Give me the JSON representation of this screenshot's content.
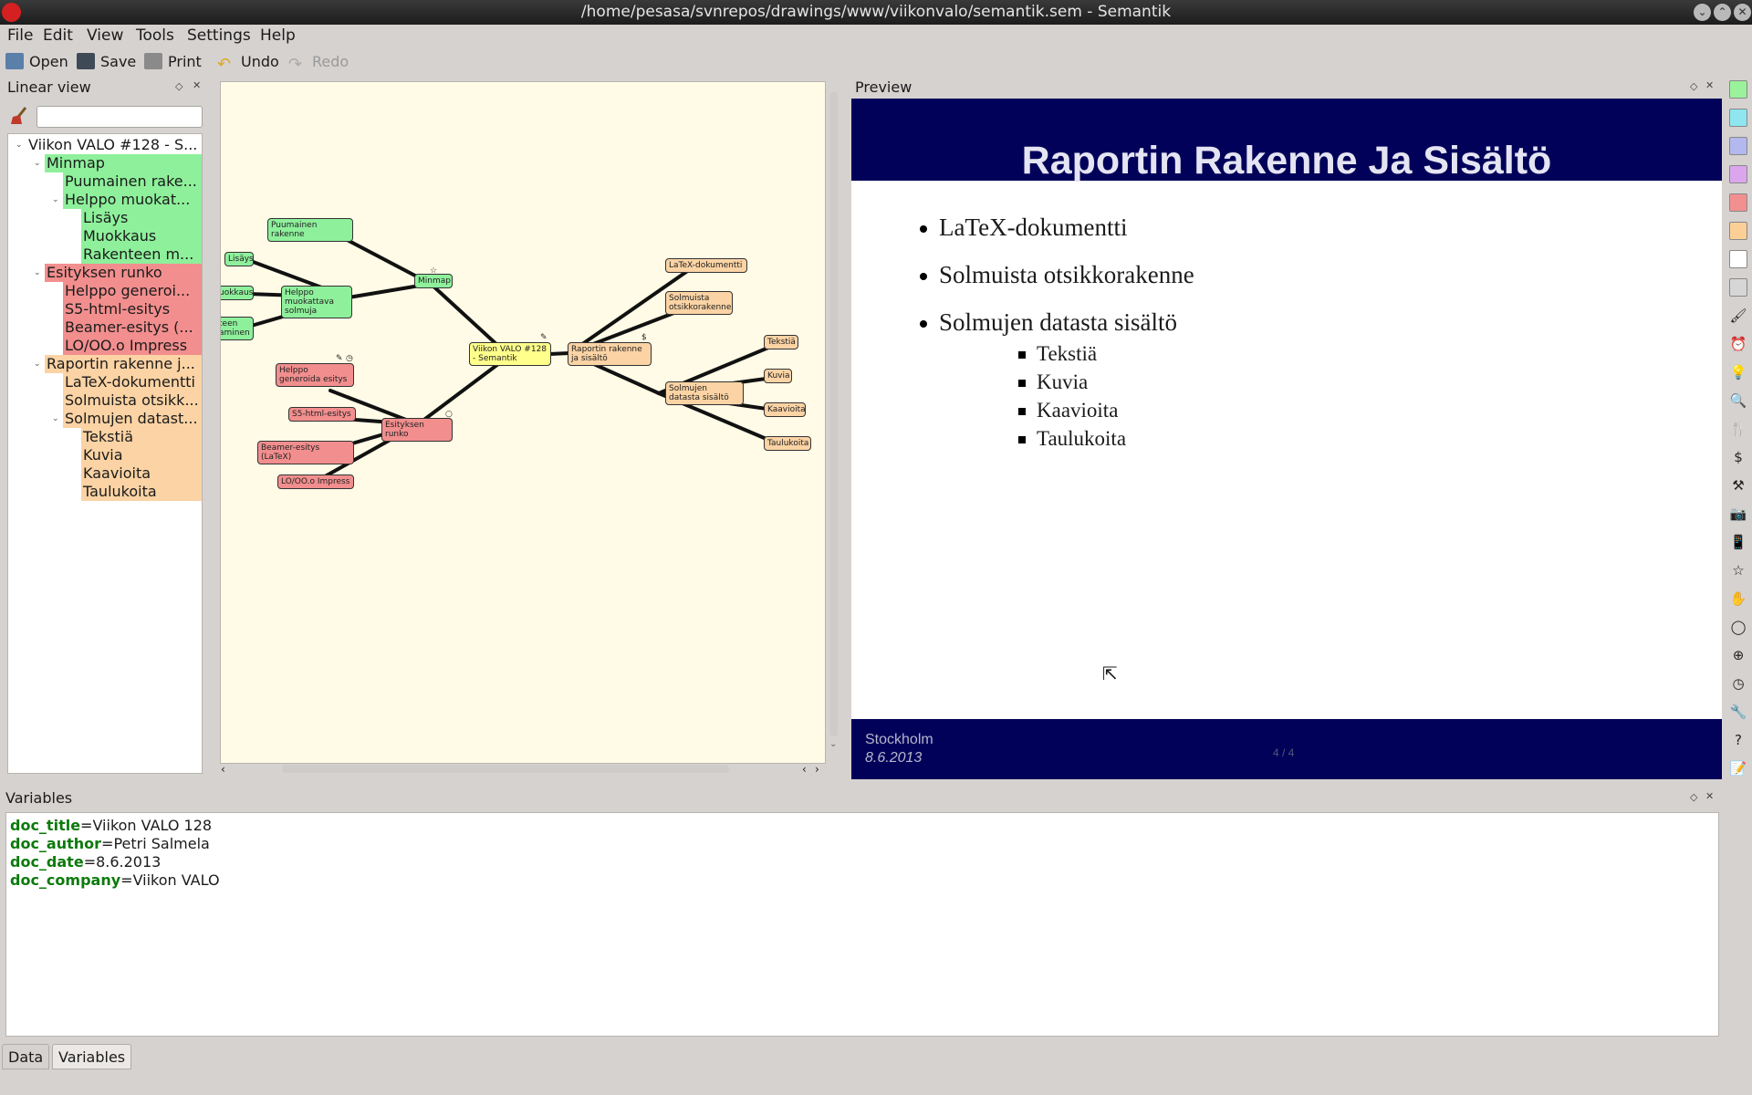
{
  "window": {
    "title": "/home/pesasa/svnrepos/drawings/www/viikonvalo/semantik.sem  - Semantik"
  },
  "menu": [
    "File",
    "Edit",
    "View",
    "Tools",
    "Settings",
    "Help"
  ],
  "toolbar": {
    "open": "Open",
    "save": "Save",
    "print": "Print",
    "undo": "Undo",
    "redo": "Redo"
  },
  "linear_view": {
    "title": "Linear view",
    "filter_value": "",
    "items": [
      {
        "label": "Viikon VALO #128 - S...",
        "level": 0,
        "color": "#ffffff",
        "expander": "down"
      },
      {
        "label": "Minmap",
        "level": 1,
        "color": "#8ef09b",
        "expander": "down"
      },
      {
        "label": "Puumainen rake...",
        "level": 2,
        "color": "#8ef09b",
        "expander": ""
      },
      {
        "label": "Helppo muokat...",
        "level": 2,
        "color": "#8ef09b",
        "expander": "down"
      },
      {
        "label": "Lisäys",
        "level": 3,
        "color": "#8ef09b",
        "expander": ""
      },
      {
        "label": "Muokkaus",
        "level": 3,
        "color": "#8ef09b",
        "expander": ""
      },
      {
        "label": "Rakenteen m...",
        "level": 3,
        "color": "#8ef09b",
        "expander": ""
      },
      {
        "label": "Esityksen runko",
        "level": 1,
        "color": "#f28e8e",
        "expander": "down"
      },
      {
        "label": "Helppo generoi...",
        "level": 2,
        "color": "#f28e8e",
        "expander": ""
      },
      {
        "label": "S5-html-esitys",
        "level": 2,
        "color": "#f28e8e",
        "expander": ""
      },
      {
        "label": "Beamer-esitys (...",
        "level": 2,
        "color": "#f28e8e",
        "expander": ""
      },
      {
        "label": "LO/OO.o Impress",
        "level": 2,
        "color": "#f28e8e",
        "expander": ""
      },
      {
        "label": "Raportin rakenne j...",
        "level": 1,
        "color": "#fbd3a4",
        "expander": "down"
      },
      {
        "label": "LaTeX-dokumentti",
        "level": 2,
        "color": "#fbd3a4",
        "expander": ""
      },
      {
        "label": "Solmuista otsikk...",
        "level": 2,
        "color": "#fbd3a4",
        "expander": ""
      },
      {
        "label": "Solmujen datast...",
        "level": 2,
        "color": "#fbd3a4",
        "expander": "down"
      },
      {
        "label": "Tekstiä",
        "level": 3,
        "color": "#fbd3a4",
        "expander": ""
      },
      {
        "label": "Kuvia",
        "level": 3,
        "color": "#fbd3a4",
        "expander": ""
      },
      {
        "label": "Kaavioita",
        "level": 3,
        "color": "#fbd3a4",
        "expander": ""
      },
      {
        "label": "Taulukoita",
        "level": 3,
        "color": "#fbd3a4",
        "expander": ""
      }
    ]
  },
  "mindmap": {
    "colors": {
      "green": "#8ef09b",
      "red": "#f28e8e",
      "orange": "#fbd3a4",
      "yellow": "#ffff8c"
    },
    "nodes": [
      {
        "id": "root",
        "label": "Viikon VALO #128 - Semantik",
        "color": "yellow"
      },
      {
        "id": "minmap",
        "label": "Minmap",
        "color": "green"
      },
      {
        "id": "puumainen",
        "label": "Puumainen rakenne",
        "color": "green"
      },
      {
        "id": "helppo_muokattava",
        "label": "Helppo muokattava solmuja",
        "color": "green"
      },
      {
        "id": "lisays",
        "label": "Lisäys",
        "color": "green"
      },
      {
        "id": "muokkaus",
        "label": "uokkaus",
        "color": "green"
      },
      {
        "id": "rakenteen",
        "label": "teen aminen",
        "color": "green"
      },
      {
        "id": "esityksen",
        "label": "Esityksen runko",
        "color": "red"
      },
      {
        "id": "helppo_gen",
        "label": "Helppo generoida esitys",
        "color": "red"
      },
      {
        "id": "s5",
        "label": "S5-html-esitys",
        "color": "red"
      },
      {
        "id": "beamer",
        "label": "Beamer-esitys (LaTeX)",
        "color": "red"
      },
      {
        "id": "lo",
        "label": "LO/OO.o Impress",
        "color": "red"
      },
      {
        "id": "raportin",
        "label": "Raportin rakenne ja sisältö",
        "color": "orange"
      },
      {
        "id": "latex",
        "label": "LaTeX-dokumentti",
        "color": "orange"
      },
      {
        "id": "solmuista",
        "label": "Solmuista otsikkorakenne",
        "color": "orange"
      },
      {
        "id": "solmujen",
        "label": "Solmujen datasta sisältö",
        "color": "orange"
      },
      {
        "id": "tekstia",
        "label": "Tekstiä",
        "color": "orange"
      },
      {
        "id": "kuvia",
        "label": "Kuvia",
        "color": "orange"
      },
      {
        "id": "kaavioita",
        "label": "Kaavioita",
        "color": "orange"
      },
      {
        "id": "taulukoita",
        "label": "Taulukoita",
        "color": "orange"
      }
    ]
  },
  "preview": {
    "title": "Preview",
    "slide_title": "Raportin Rakenne Ja Sisältö",
    "bullets": [
      "LaTeX-dokumentti",
      "Solmuista otsikkorakenne",
      "Solmujen datasta sisältö"
    ],
    "subbullets": [
      "Tekstiä",
      "Kuvia",
      "Kaavioita",
      "Taulukoita"
    ],
    "footer_place": "Stockholm",
    "footer_date": "8.6.2013",
    "page": "4 / 4",
    "header_color": "#010159"
  },
  "variables": {
    "title": "Variables",
    "entries": [
      {
        "key": "doc_title",
        "value": "=Viikon VALO 128"
      },
      {
        "key": "doc_author",
        "value": "=Petri Salmela"
      },
      {
        "key": "doc_date",
        "value": "=8.6.2013"
      },
      {
        "key": "doc_company",
        "value": "=Viikon VALO"
      }
    ]
  },
  "tabs": {
    "data": "Data",
    "variables": "Variables"
  },
  "sidebar": {
    "swatches": [
      "#9af29a",
      "#8fe6f0",
      "#b3b8ee",
      "#dba6ee",
      "#f29090",
      "#fbcf96",
      "#ffffff",
      "#d6d6d6"
    ],
    "icons": [
      "brush-icon",
      "alarm-icon",
      "bulb-icon",
      "search-icon",
      "tools-icon",
      "dollar-icon",
      "gavel-icon",
      "camera-icon",
      "phone-icon",
      "star-icon",
      "hand-icon",
      "lasso-icon",
      "target-icon",
      "clock-icon",
      "wrench-icon",
      "question-icon",
      "notes-icon"
    ]
  }
}
